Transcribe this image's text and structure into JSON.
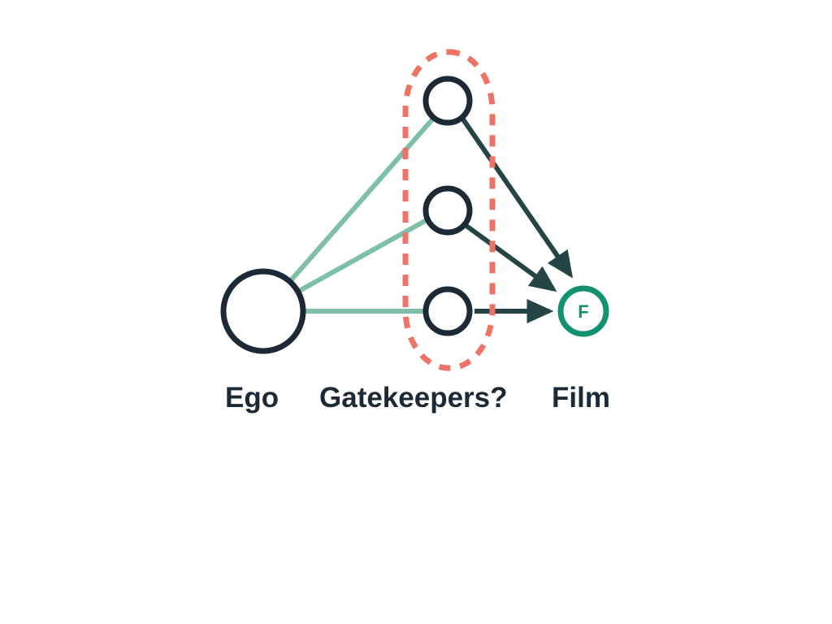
{
  "labels": {
    "ego": "Ego",
    "gatekeepers": "Gatekeepers?",
    "film": "Film"
  },
  "nodes": {
    "film_letter": "F"
  },
  "colors": {
    "node_stroke": "#1b2a36",
    "ego_to_gatekeeper_edge": "#7dbfa7",
    "gatekeeper_to_film_edge": "#254445",
    "film_node": "#12926e",
    "highlight_outline": "#ee7265",
    "label_text": "#1b2a36"
  },
  "icons": {
    "highlight": "dashed-ellipse",
    "edge_head": "arrowhead"
  }
}
